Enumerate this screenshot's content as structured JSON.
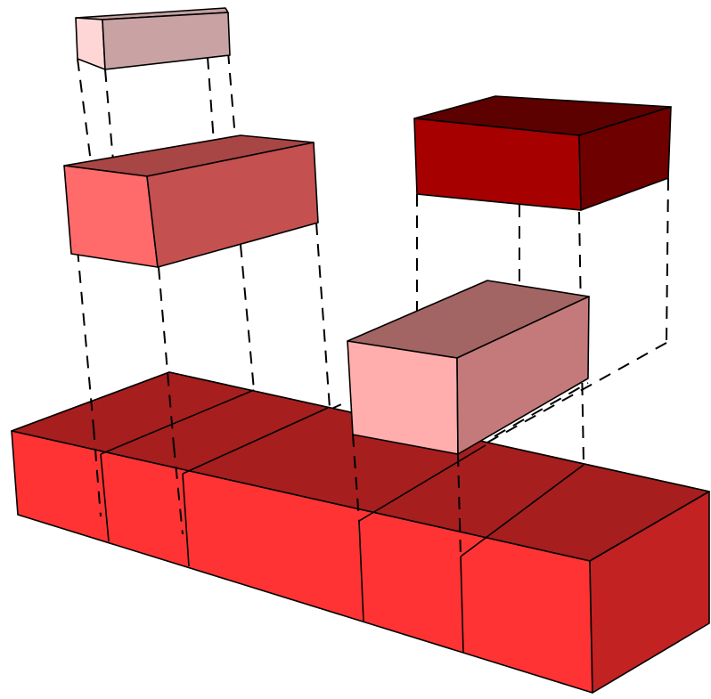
{
  "diagram": {
    "description_visible_text": "",
    "colors": {
      "base_front": "#ff3333",
      "base_top": "#a61e1e",
      "base_side": "#c22222",
      "small_top_front": "#ffd6d6",
      "small_top_top": "#c4a0a0",
      "small_top_side": "#c9a3a3",
      "mid_left_front": "#ff6b6b",
      "mid_left_top": "#a84545",
      "mid_left_side": "#c45050",
      "dark_right_front": "#a60000",
      "dark_right_top": "#5c0000",
      "dark_right_side": "#6e0000",
      "pink_middle_front": "#ffadad",
      "pink_middle_top": "#a36464",
      "pink_middle_side": "#c47a7a",
      "line": "#000000"
    },
    "blocks": [
      {
        "id": "base-slab",
        "units": 5
      },
      {
        "id": "small-top-block",
        "units": 1
      },
      {
        "id": "mid-left-block",
        "units": 2
      },
      {
        "id": "dark-right-block",
        "units": 2
      },
      {
        "id": "pink-middle-block",
        "units": 2
      }
    ]
  }
}
